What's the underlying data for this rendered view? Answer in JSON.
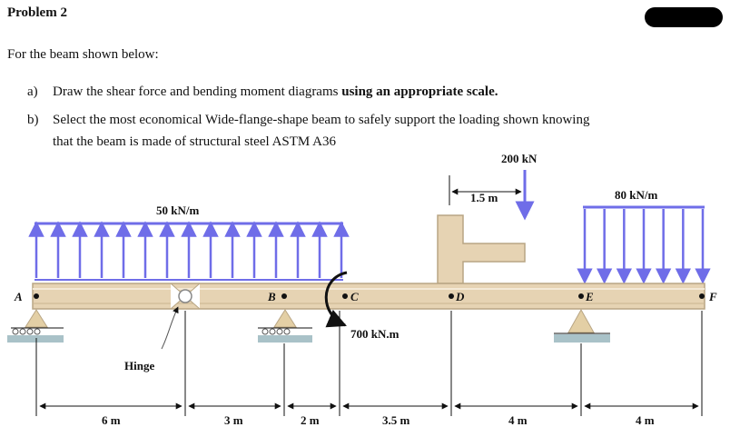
{
  "problem": {
    "title": "Problem 2"
  },
  "intro": "For the beam shown below:",
  "items": [
    {
      "marker": "a)",
      "text": "Draw the shear force and bending moment diagrams ",
      "bold": "using an appropriate scale."
    },
    {
      "marker": "b)",
      "text": "Select the most economical Wide-flange-shape beam to safely support the loading shown knowing",
      "line2": "that the beam is made of structural steel ASTM A36"
    }
  ],
  "diagram": {
    "points": [
      "A",
      "B",
      "C",
      "D",
      "E",
      "F"
    ],
    "dist_load_left": "50 kN/m",
    "dist_load_right": "80 kN/m",
    "point_load": "200 kN",
    "bracket_offset": "1.5 m",
    "moment": "700 kN.m",
    "hinge": "Hinge",
    "dimensions": [
      "6 m",
      "3 m",
      "2 m",
      "3.5 m",
      "4 m",
      "4 m"
    ]
  },
  "colors": {
    "beam": "#e6d3b3",
    "beam_edge": "#b8a584",
    "load": "#6f6de8",
    "support": "#e3cfa5",
    "ground": "#a9c2c8"
  }
}
